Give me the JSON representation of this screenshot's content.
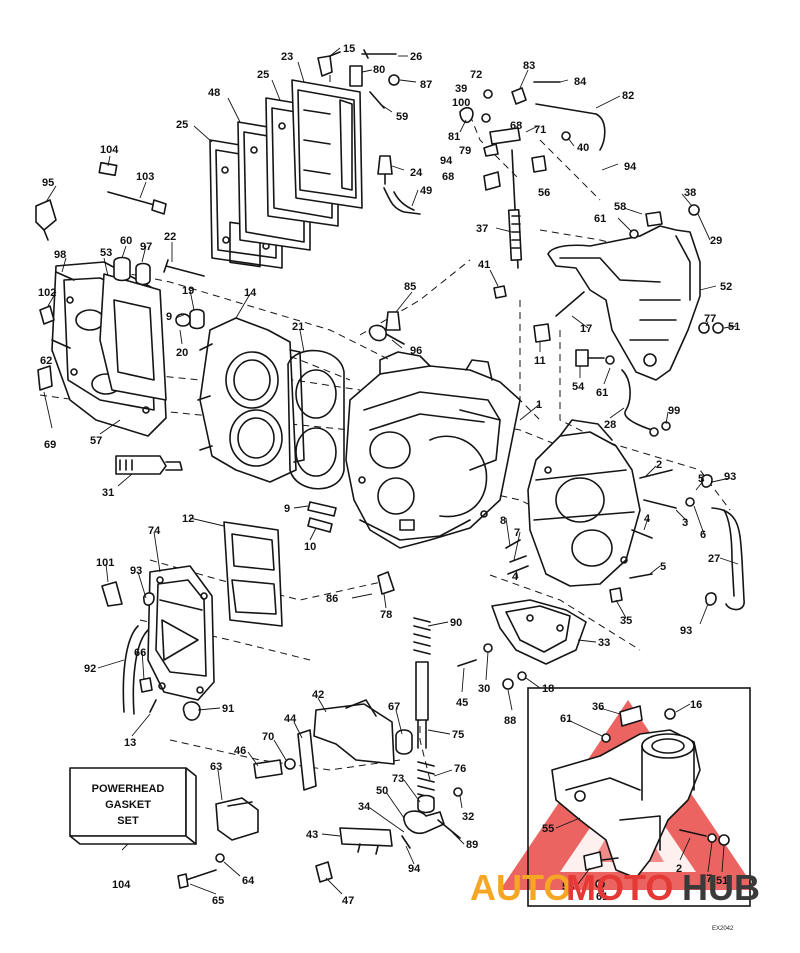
{
  "gasket_set": {
    "line1": "POWERHEAD",
    "line2": "GASKET",
    "line3": "SET"
  },
  "watermark": {
    "word1": "AUTO",
    "word2": "MOTO",
    "word3": "HUB",
    "orange": "#f5a623",
    "red": "#e53935",
    "dark": "#3a3a3a"
  },
  "drawing_code": "EX2042",
  "callouts": {
    "c15": "15",
    "c26": "26",
    "c23": "23",
    "c80": "80",
    "c87": "87",
    "c25a": "25",
    "c59": "59",
    "c83": "83",
    "c72": "72",
    "c84": "84",
    "c39": "39",
    "c82": "82",
    "c100": "100",
    "c81": "81",
    "c68a": "68",
    "c71": "71",
    "c79": "79",
    "c40": "40",
    "c94a": "94",
    "c94b": "94",
    "c68b": "68",
    "c56": "56",
    "c48": "48",
    "c25b": "25",
    "c24": "24",
    "c49": "49",
    "c104a": "104",
    "c103": "103",
    "c95": "95",
    "c38": "38",
    "c58": "58",
    "c61a": "61",
    "c29": "29",
    "c37": "37",
    "c22": "22",
    "c60": "60",
    "c97": "97",
    "c53": "53",
    "c98": "98",
    "c41": "41",
    "c52": "52",
    "c85": "85",
    "c102": "102",
    "c19": "19",
    "c14": "14",
    "c77a": "77",
    "c51a": "51",
    "c9a": "9",
    "c17": "17",
    "c21": "21",
    "c20": "20",
    "c62": "62",
    "c96": "96",
    "c11": "11",
    "c54a": "54",
    "c61b": "61",
    "c1": "1",
    "c99": "99",
    "c28": "28",
    "c69": "69",
    "c57": "57",
    "c2a": "2",
    "c93a": "93",
    "c5a": "5",
    "c31": "31",
    "c3": "3",
    "c6": "6",
    "c9b": "9",
    "c8": "8",
    "c7": "7",
    "c4a": "4",
    "c4b": "4",
    "c12": "12",
    "c10": "10",
    "c27": "27",
    "c74": "74",
    "c5b": "5",
    "c101": "101",
    "c93b": "93",
    "c86": "86",
    "c78": "78",
    "c35": "35",
    "c93c": "93",
    "c90": "90",
    "c33": "33",
    "c66": "66",
    "c92": "92",
    "c45": "45",
    "c30": "30",
    "c18": "18",
    "c88": "88",
    "c42": "42",
    "c91": "91",
    "c13": "13",
    "c67": "67",
    "c36": "36",
    "c16": "16",
    "c61c": "61",
    "c44": "44",
    "c70": "70",
    "c75": "75",
    "c46": "46",
    "c63": "63",
    "c73": "73",
    "c76": "76",
    "c50": "50",
    "c32": "32",
    "c34": "34",
    "c55": "55",
    "c89": "89",
    "c43": "43",
    "c94c": "94",
    "c2b": "2",
    "c104b": "104",
    "c64": "64",
    "c47": "47",
    "c65": "65",
    "c54b": "54",
    "c77b": "77",
    "c51b": "51",
    "c61d": "61"
  }
}
